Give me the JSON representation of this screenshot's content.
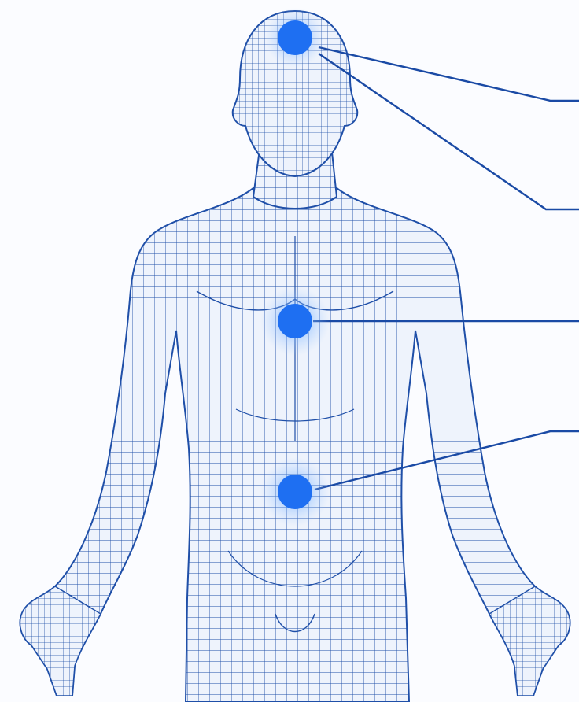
{
  "colors": {
    "background": "#fbfcff",
    "mesh_line": "#1f4fa8",
    "mesh_fill": "#eef3fc",
    "dot": "#1e6ff2",
    "glow": "#5aa0ff",
    "leader_line": "#1a4aa5"
  },
  "figure": {
    "subject": "human-body-wireframe",
    "points": [
      {
        "id": "head-point",
        "region": "head"
      },
      {
        "id": "chest-point",
        "region": "chest"
      },
      {
        "id": "abdomen-point",
        "region": "abdomen"
      }
    ],
    "callouts": [
      {
        "id": "callout-1"
      },
      {
        "id": "callout-2"
      },
      {
        "id": "callout-3"
      },
      {
        "id": "callout-4"
      }
    ]
  }
}
